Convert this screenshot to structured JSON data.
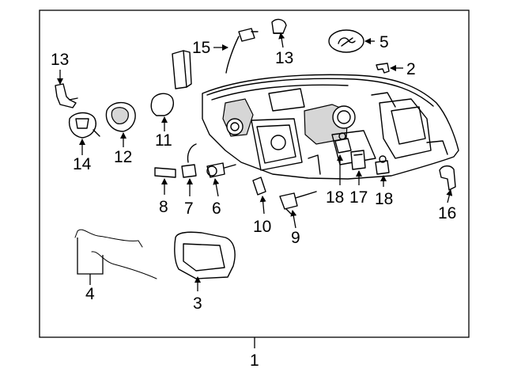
{
  "diagram": {
    "background": "#ffffff",
    "line_color": "#000000",
    "callouts": {
      "c1": "1",
      "c2": "2",
      "c3": "3",
      "c4": "4",
      "c5": "5",
      "c6": "6",
      "c7": "7",
      "c8": "8",
      "c9": "9",
      "c10": "10",
      "c11": "11",
      "c12": "12",
      "c13a": "13",
      "c13b": "13",
      "c14": "14",
      "c15": "15",
      "c16": "16",
      "c17": "17",
      "c18a": "18",
      "c18b": "18"
    }
  }
}
